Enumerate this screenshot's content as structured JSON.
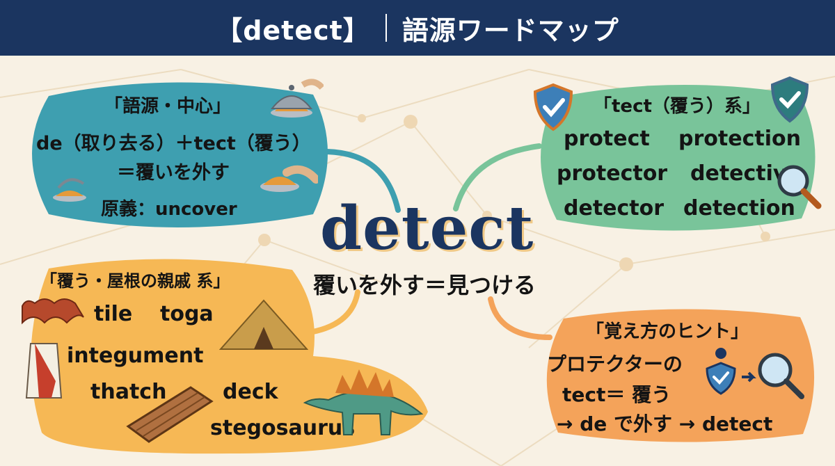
{
  "header": {
    "title": "【detect】",
    "subtitle": "語源ワードマップ"
  },
  "center": {
    "word": "detect",
    "meaning": "覆いを外す＝見つける"
  },
  "etymology": {
    "title": "「語源・中心」",
    "line1": "de（取り去る）＋tect（覆う）",
    "line2": "＝覆いを外す",
    "original": "原義：uncover"
  },
  "tect_family": {
    "title": "「tect（覆う）系」",
    "words": [
      "protect",
      "protection",
      "protector",
      "detective",
      "detector",
      "detection"
    ]
  },
  "cover_family": {
    "title": "「覆う・屋根の親戚 系」",
    "words": [
      "tile",
      "toga",
      "integument",
      "thatch",
      "deck",
      "stegosaurus"
    ]
  },
  "hint": {
    "title": "「覚え方のヒント」",
    "line1": "プロテクターの",
    "line2": "tect＝ 覆う",
    "line3": "→ de で外す → detect"
  },
  "colors": {
    "header": "#1b3560",
    "etymology_bubble": "#3e9fb0",
    "tect_bubble": "#79c49a",
    "cover_bubble": "#f6b855",
    "hint_bubble": "#f4a35a",
    "center_word": "#1b3560"
  },
  "icons": [
    "cloche-icon",
    "shield-check-icon",
    "magnifier-icon",
    "roof-tile-icon",
    "toga-icon",
    "thatched-hut-icon",
    "wooden-deck-icon",
    "stegosaurus-icon",
    "person-shield-icon"
  ]
}
